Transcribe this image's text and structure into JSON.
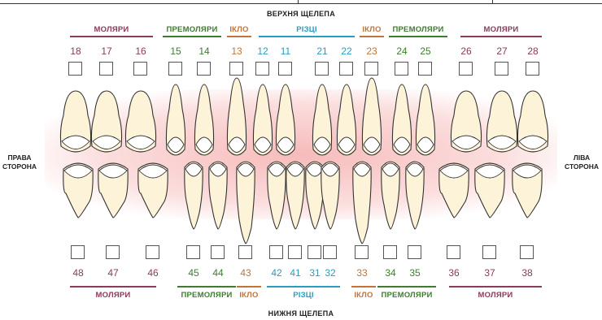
{
  "title_upper": "ВЕРХНЯ ЩЕЛЕПА",
  "title_lower": "НИЖНЯ ЩЕЛЕПА",
  "side_right": [
    "ПРАВА",
    "СТОРОНА"
  ],
  "side_left": [
    "ЛІВА",
    "СТОРОНА"
  ],
  "colors": {
    "molars": "#8a3a5a",
    "premolars": "#3d7d2d",
    "canine": "#c0743a",
    "incisors": "#2a9cc0",
    "tooth_fill": "#fdf3d8",
    "tooth_crown": "#ffffff",
    "glow": "#f08282"
  },
  "upper_groups": [
    {
      "key": "molars",
      "label": "МОЛЯРИ"
    },
    {
      "key": "premolars",
      "label": "ПРЕМОЛЯРИ"
    },
    {
      "key": "canine",
      "label": "ІКЛО"
    },
    {
      "key": "incisors",
      "label": "РІЗЦІ"
    },
    {
      "key": "canine",
      "label": "ІКЛО"
    },
    {
      "key": "premolars",
      "label": "ПРЕМОЛЯРИ"
    },
    {
      "key": "molars",
      "label": "МОЛЯРИ"
    }
  ],
  "lower_groups": [
    {
      "key": "molars",
      "label": "МОЛЯРИ"
    },
    {
      "key": "premolars",
      "label": "ПРЕМОЛЯРИ"
    },
    {
      "key": "canine",
      "label": "ІКЛО"
    },
    {
      "key": "incisors",
      "label": "РІЗЦІ"
    },
    {
      "key": "canine",
      "label": "ІКЛО"
    },
    {
      "key": "premolars",
      "label": "ПРЕМОЛЯРИ"
    },
    {
      "key": "molars",
      "label": "МОЛЯРИ"
    }
  ],
  "upper_teeth": [
    {
      "num": "18",
      "type": "molars"
    },
    {
      "num": "17",
      "type": "molars"
    },
    {
      "num": "16",
      "type": "molars"
    },
    {
      "num": "15",
      "type": "premolars"
    },
    {
      "num": "14",
      "type": "premolars"
    },
    {
      "num": "13",
      "type": "canine"
    },
    {
      "num": "12",
      "type": "incisors"
    },
    {
      "num": "11",
      "type": "incisors"
    },
    {
      "num": "21",
      "type": "incisors"
    },
    {
      "num": "22",
      "type": "incisors"
    },
    {
      "num": "23",
      "type": "canine"
    },
    {
      "num": "24",
      "type": "premolars"
    },
    {
      "num": "25",
      "type": "premolars"
    },
    {
      "num": "26",
      "type": "molars"
    },
    {
      "num": "27",
      "type": "molars"
    },
    {
      "num": "28",
      "type": "molars"
    }
  ],
  "lower_teeth": [
    {
      "num": "48",
      "type": "molars"
    },
    {
      "num": "47",
      "type": "molars"
    },
    {
      "num": "46",
      "type": "molars"
    },
    {
      "num": "45",
      "type": "premolars"
    },
    {
      "num": "44",
      "type": "premolars"
    },
    {
      "num": "43",
      "type": "canine"
    },
    {
      "num": "42",
      "type": "incisors"
    },
    {
      "num": "41",
      "type": "incisors"
    },
    {
      "num": "31",
      "type": "incisors"
    },
    {
      "num": "32",
      "type": "incisors"
    },
    {
      "num": "33",
      "type": "canine"
    },
    {
      "num": "34",
      "type": "premolars"
    },
    {
      "num": "35",
      "type": "premolars"
    },
    {
      "num": "36",
      "type": "molars"
    },
    {
      "num": "37",
      "type": "molars"
    },
    {
      "num": "38",
      "type": "molars"
    }
  ]
}
